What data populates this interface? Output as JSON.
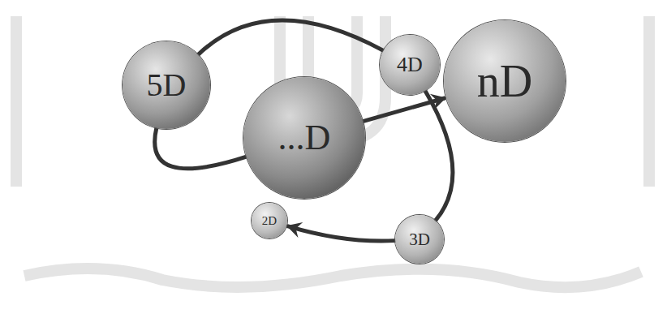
{
  "diagram": {
    "nodes": [
      {
        "text": [
          "5D"
        ]
      },
      {
        "text": [
          "4D"
        ]
      },
      {
        "text": [
          "nD"
        ]
      },
      {
        "text": [
          "...D"
        ]
      },
      {
        "text": [
          "2D"
        ]
      },
      {
        "text": [
          "3D"
        ]
      }
    ],
    "edges": [
      {
        "from": 0,
        "to": 1,
        "arrow": "none"
      },
      {
        "from": 0,
        "to": 3,
        "arrow": "none"
      },
      {
        "from": 3,
        "to": 2,
        "arrow": "to"
      },
      {
        "from": 1,
        "to": 5,
        "arrow": "none"
      },
      {
        "from": 5,
        "to": 4,
        "arrow": "to"
      }
    ]
  }
}
